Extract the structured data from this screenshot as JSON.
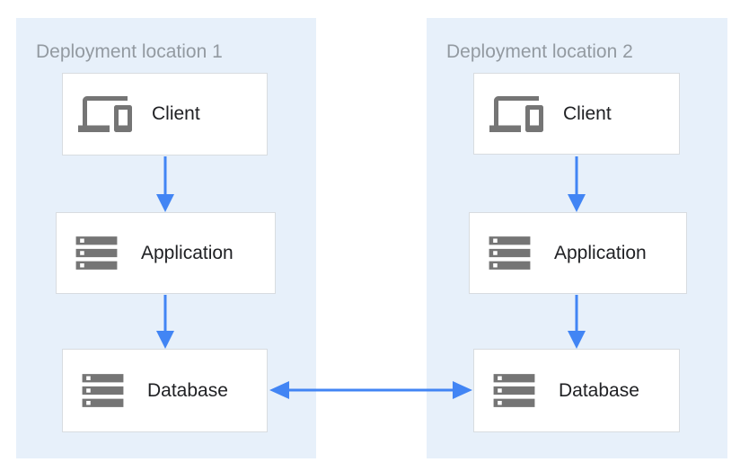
{
  "panels": [
    {
      "title": "Deployment location 1",
      "nodes": [
        {
          "label": "Client",
          "icon": "devices-icon"
        },
        {
          "label": "Application",
          "icon": "storage-icon"
        },
        {
          "label": "Database",
          "icon": "storage-icon"
        }
      ]
    },
    {
      "title": "Deployment location 2",
      "nodes": [
        {
          "label": "Client",
          "icon": "devices-icon"
        },
        {
          "label": "Application",
          "icon": "storage-icon"
        },
        {
          "label": "Database",
          "icon": "storage-icon"
        }
      ]
    }
  ],
  "edges": [
    {
      "from": "location1-client",
      "to": "location1-application",
      "type": "arrow"
    },
    {
      "from": "location1-application",
      "to": "location1-database",
      "type": "arrow"
    },
    {
      "from": "location2-client",
      "to": "location2-application",
      "type": "arrow"
    },
    {
      "from": "location2-application",
      "to": "location2-database",
      "type": "arrow"
    },
    {
      "from": "location1-database",
      "to": "location2-database",
      "type": "bidirectional-arrow"
    }
  ],
  "colors": {
    "panel_background": "#e7f0fa",
    "arrow_blue": "#4285f4",
    "icon_gray": "#757575",
    "box_border": "#d8dce0",
    "title_text": "#939aa1",
    "label_text": "#202124"
  }
}
